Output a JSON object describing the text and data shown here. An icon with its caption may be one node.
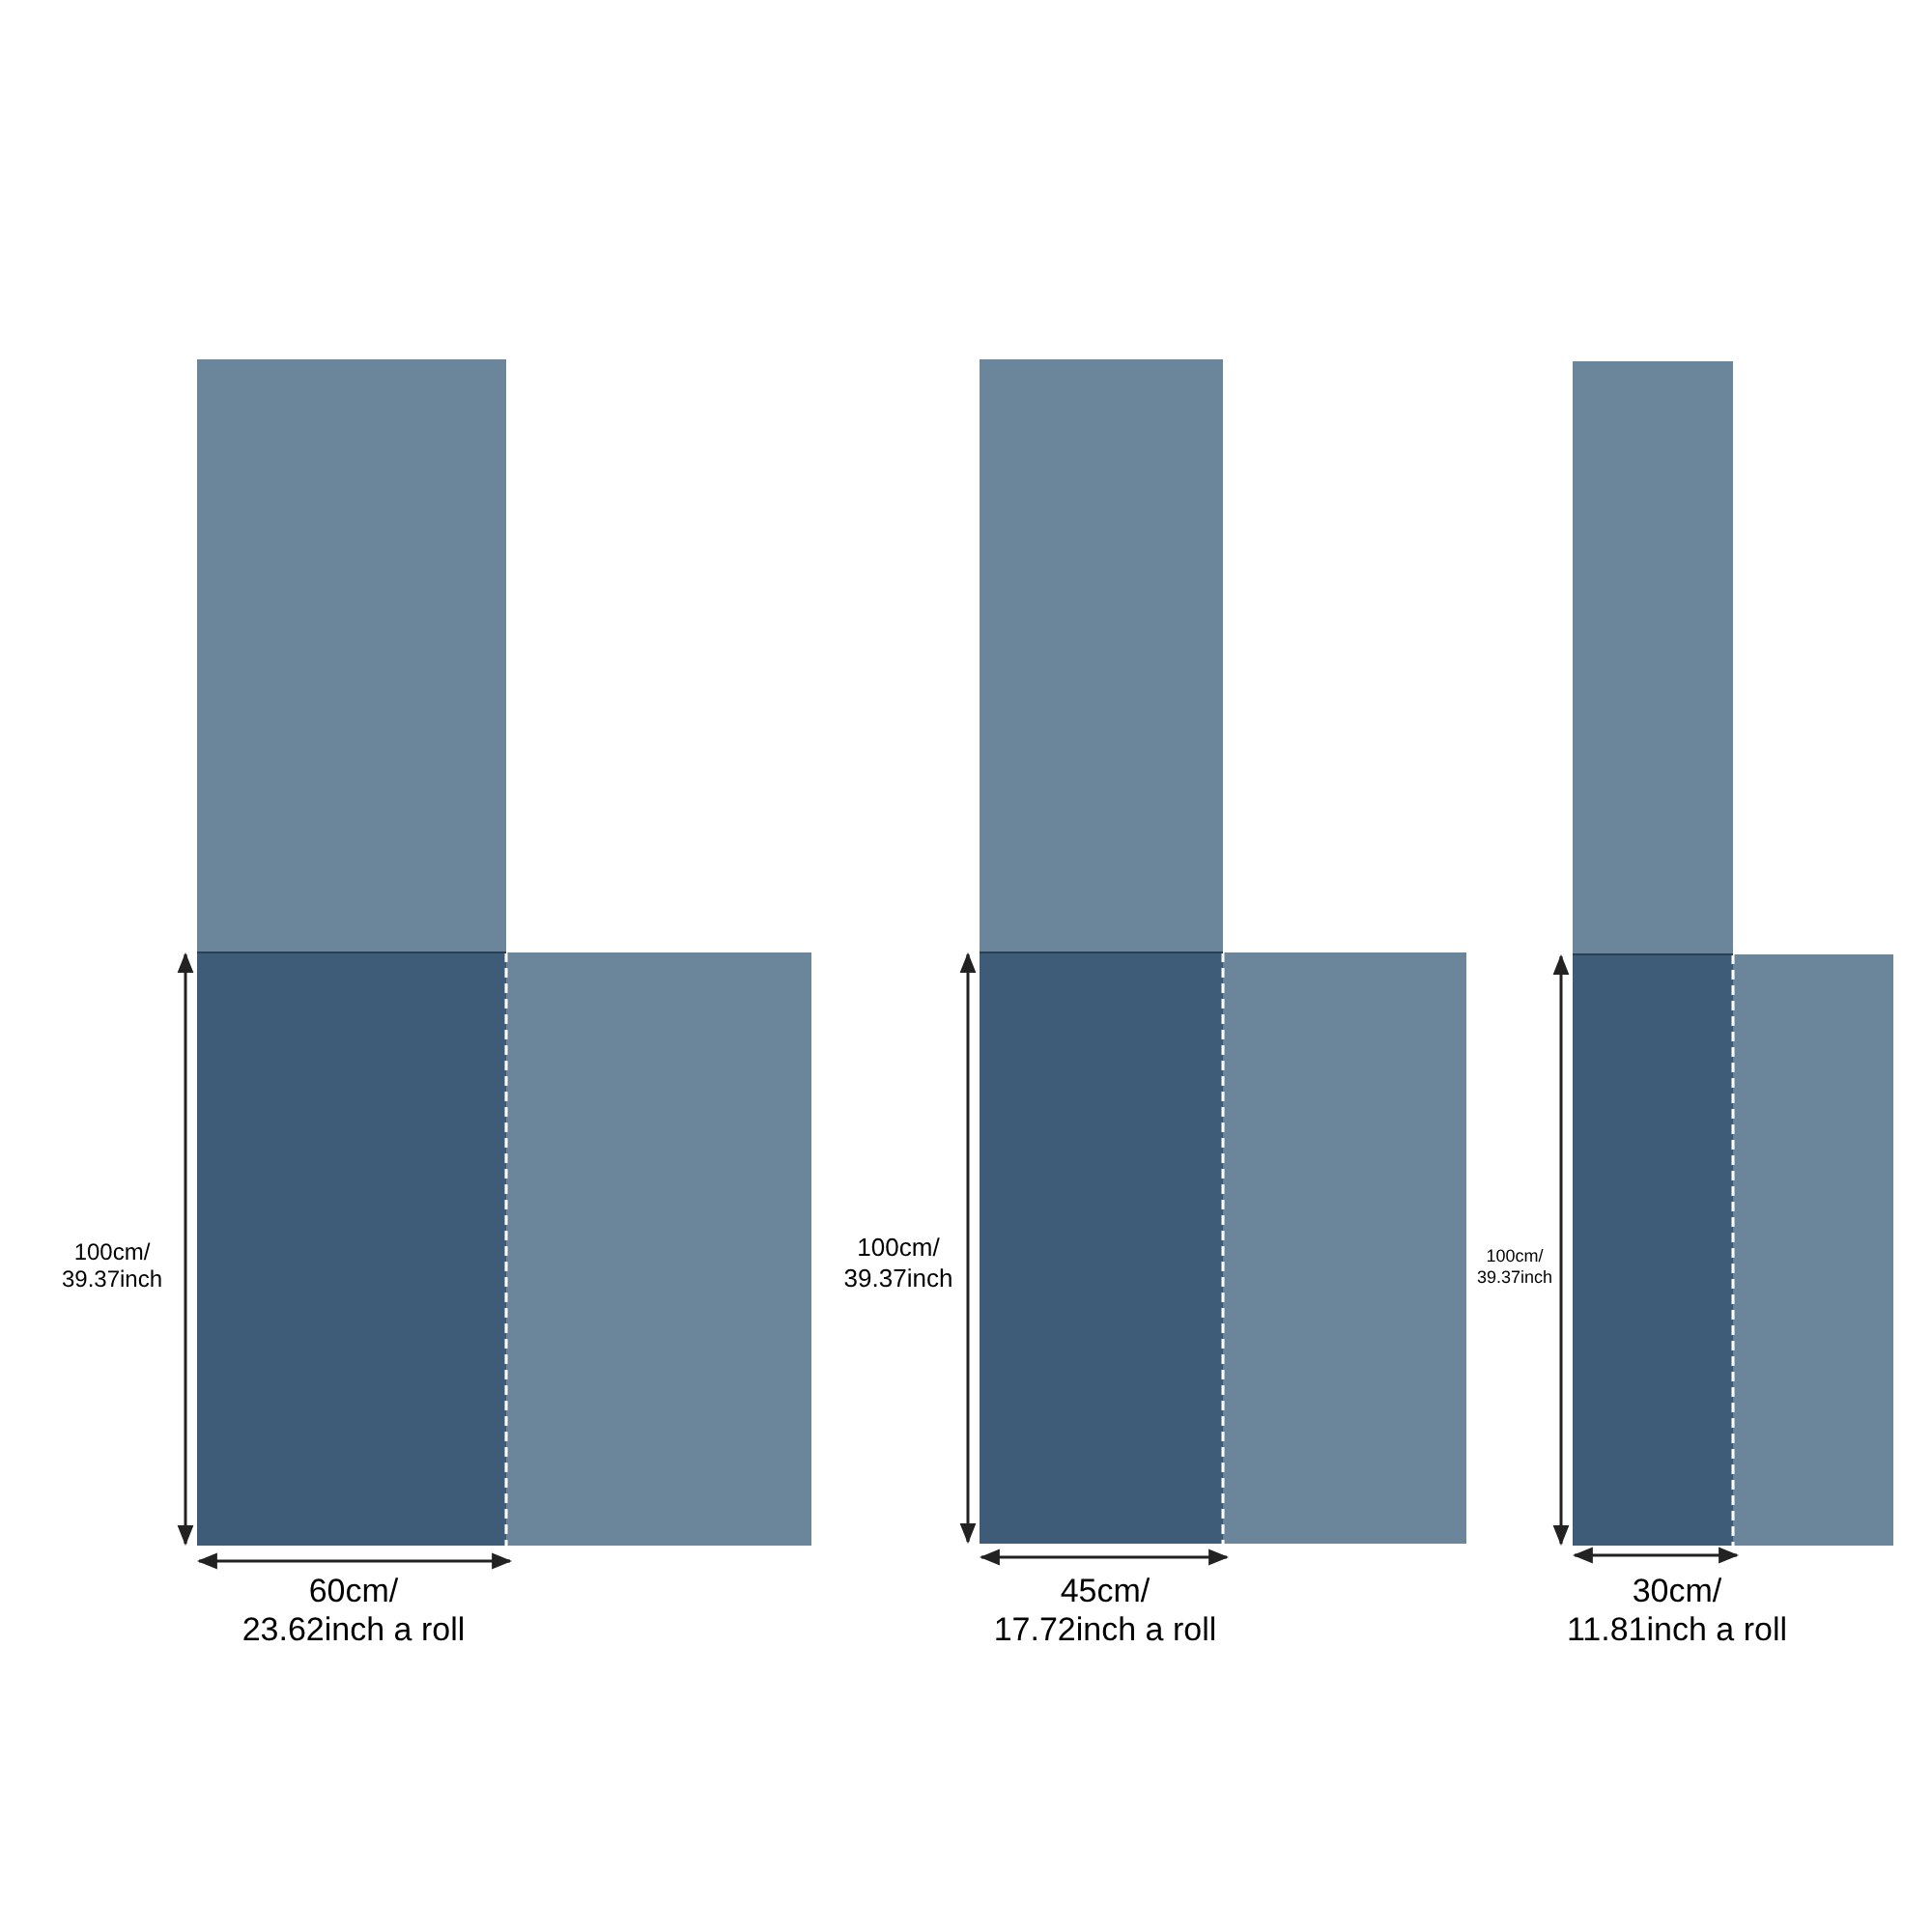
{
  "diagram": {
    "labels": [
      "100cm/ 39.37inch",
      "60cm/ 23.62inch a roll",
      "100cm/ 39.37inch",
      "45cm/ 17.72inch a roll",
      "100cm/ 39.37inch",
      "30cm/ 11.81inch a roll"
    ]
  }
}
